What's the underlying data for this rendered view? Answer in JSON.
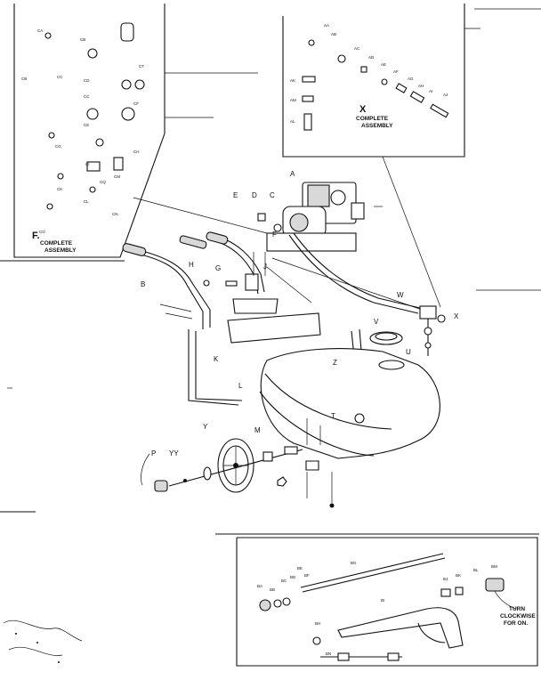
{
  "assembly_f": {
    "caption_letter": "F.",
    "caption_line1": "COMPLETE",
    "caption_line2": "ASSEMBLY",
    "part_codes": [
      "CA",
      "CB",
      "CT",
      "CB",
      "CC",
      "CD",
      "CC",
      "CE",
      "CF",
      "CG",
      "CH",
      "CI",
      "CK",
      "CL",
      "CM",
      "CN",
      "CO",
      "CQ"
    ]
  },
  "assembly_x": {
    "caption_letter": "X",
    "caption_line1": "COMPLETE",
    "caption_line2": "ASSEMBLY",
    "part_codes": [
      "AA",
      "AB",
      "AC",
      "AD",
      "AE",
      "AF",
      "AG",
      "AH",
      "AI",
      "AJ",
      "AK",
      "AL",
      "AM"
    ]
  },
  "main_labels": {
    "A": "A",
    "B": "B",
    "C": "C",
    "D": "D",
    "E": "E",
    "F": "F",
    "G": "G",
    "H": "H",
    "J": "J",
    "K": "K",
    "L": "L",
    "M": "M",
    "P": "P",
    "T": "T",
    "U": "U",
    "V": "V",
    "W": "W",
    "X": "X",
    "Y": "Y",
    "YY": "YY",
    "Z": "Z"
  },
  "gun_assembly": {
    "part_codes": [
      "BA",
      "BB",
      "BC",
      "BD",
      "BE",
      "BF",
      "BG",
      "BH",
      "BI",
      "BJ",
      "BK",
      "BL",
      "BM",
      "BN"
    ],
    "note_line1": "TURN",
    "note_line2": "CLOCKWISE",
    "note_line3": "FOR ON."
  }
}
